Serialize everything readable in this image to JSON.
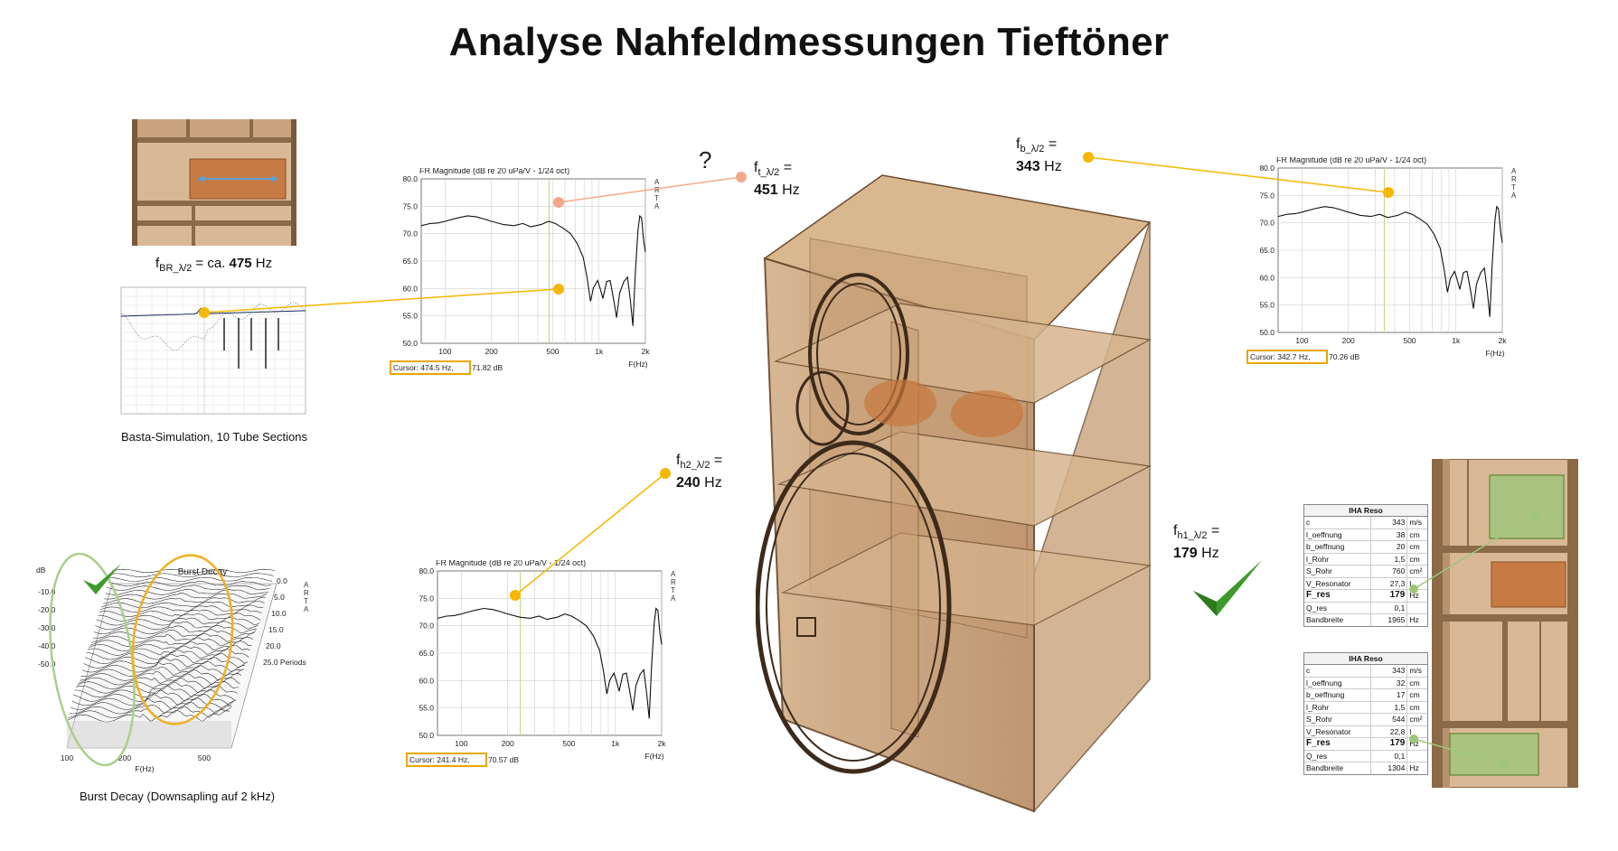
{
  "title": "Analyse Nahfeldmessungen Tieftöner",
  "question_mark": "?",
  "annotations": {
    "ft": {
      "label": "f",
      "sub": "t_λ/2",
      "eq": " =",
      "value": "451",
      "unit": " Hz"
    },
    "fb": {
      "label": "f",
      "sub": "b_λ/2",
      "eq": " =",
      "value": "343",
      "unit": " Hz"
    },
    "fh2": {
      "label": "f",
      "sub": "h2_λ/2",
      "eq": " =",
      "value": "240",
      "unit": " Hz"
    },
    "fh1": {
      "label": "f",
      "sub": "h1_λ/2",
      "eq": " =",
      "value": "179",
      "unit": " Hz"
    },
    "fbr": {
      "label": "f",
      "sub": "BR_λ/2",
      "eq": " = ca. ",
      "value": "475",
      "unit": " Hz"
    }
  },
  "captions": {
    "basta": "Basta-Simulation, 10 Tube Sections",
    "burst": "Burst Decay (Downsapling auf 2 kHz)"
  },
  "arta": [
    "A",
    "R",
    "T",
    "A"
  ],
  "charts": {
    "fr_top": {
      "title": "FR Magnitude (dB re 20 uPa/V - 1/24 oct)",
      "y_ticks": [
        "80.0",
        "75.0",
        "70.0",
        "65.0",
        "60.0",
        "55.0",
        "50.0"
      ],
      "x_ticks": [
        "100",
        "200",
        "500",
        "1k",
        "2k"
      ],
      "xlabel": "F(Hz)",
      "cursor": "Cursor: 474.5 Hz,",
      "cursor_db": "71.82 dB"
    },
    "fr_right": {
      "title": "FR Magnitude (dB re 20 uPa/V - 1/24 oct)",
      "y_ticks": [
        "80.0",
        "75.0",
        "70.0",
        "65.0",
        "60.0",
        "55.0",
        "50.0"
      ],
      "x_ticks": [
        "100",
        "200",
        "500",
        "1k",
        "2k"
      ],
      "xlabel": "F(Hz)",
      "cursor": "Cursor: 342.7 Hz,",
      "cursor_db": "70.26 dB"
    },
    "fr_mid": {
      "title": "FR Magnitude (dB re 20 uPa/V - 1/24 oct)",
      "y_ticks": [
        "80.0",
        "75.0",
        "70.0",
        "65.0",
        "60.0",
        "55.0",
        "50.0"
      ],
      "x_ticks": [
        "100",
        "200",
        "500",
        "1k",
        "2k"
      ],
      "xlabel": "F(Hz)",
      "cursor": "Cursor: 241.4 Hz,",
      "cursor_db": "70.57 dB"
    },
    "burst": {
      "title": "Burst Decay",
      "ylabel": "dB",
      "y_ticks": [
        "-10.0",
        "-20.0",
        "-30.0",
        "-40.0",
        "-50.0"
      ],
      "x_ticks": [
        "100",
        "200",
        "500"
      ],
      "xlabel": "F(Hz)",
      "period_ticks": [
        "0.0",
        "5.0",
        "10.0",
        "15.0",
        "20.0",
        "25.0 Periods"
      ]
    }
  },
  "tables": [
    {
      "header": "IHA Reso",
      "rows": [
        {
          "k": "c",
          "v": "343",
          "u": "m/s"
        },
        {
          "k": "l_oeffnung",
          "v": "38",
          "u": "cm"
        },
        {
          "k": "b_oeffnung",
          "v": "20",
          "u": "cm"
        },
        {
          "k": "l_Rohr",
          "v": "1,5",
          "u": "cm"
        },
        {
          "k": "S_Rohr",
          "v": "760",
          "u": "cm²"
        },
        {
          "k": "V_Resonator",
          "v": "27,3",
          "u": "l"
        },
        {
          "k": "F_res",
          "v": "179",
          "u": "Hz",
          "bold": true
        },
        {
          "k": "Q_res",
          "v": "0,1",
          "u": ""
        },
        {
          "k": "Bandbreite",
          "v": "1965",
          "u": "Hz"
        }
      ]
    },
    {
      "header": "IHA Reso",
      "rows": [
        {
          "k": "c",
          "v": "343",
          "u": "m/s"
        },
        {
          "k": "l_oeffnung",
          "v": "32",
          "u": "cm"
        },
        {
          "k": "b_oeffnung",
          "v": "17",
          "u": "cm"
        },
        {
          "k": "l_Rohr",
          "v": "1,5",
          "u": "cm"
        },
        {
          "k": "S_Rohr",
          "v": "544",
          "u": "cm²"
        },
        {
          "k": "V_Resonator",
          "v": "22,8",
          "u": "l"
        },
        {
          "k": "F_res",
          "v": "179",
          "u": "Hz",
          "bold": true
        },
        {
          "k": "Q_res",
          "v": "0,1",
          "u": ""
        },
        {
          "k": "Bandbreite",
          "v": "1304",
          "u": "Hz"
        }
      ]
    }
  ],
  "colors": {
    "marker": "#f5b800",
    "marker_peach": "#f2a98a",
    "cursor_box": "#e6a800",
    "check": "#4a9a2a",
    "wood": "#c8a07a",
    "wood_dark": "#6b4a2e",
    "green_zone": "#9cc77a"
  }
}
